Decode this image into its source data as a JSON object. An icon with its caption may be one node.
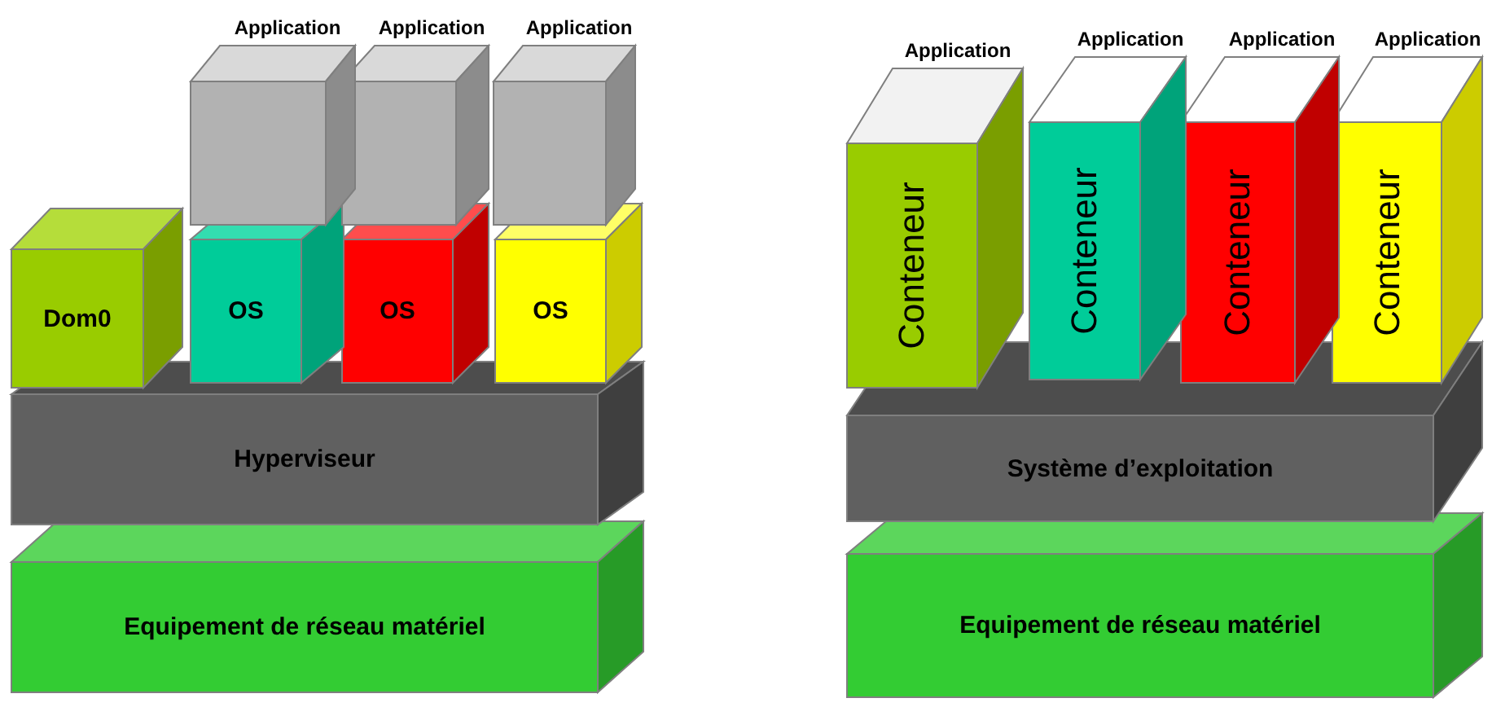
{
  "diagram": {
    "nodes": [
      {
        "text": [
          "Application"
        ]
      },
      {
        "text": [
          "Application"
        ]
      },
      {
        "text": [
          "Application"
        ]
      },
      {
        "text": [
          "Dom0"
        ]
      },
      {
        "text": [
          "OS"
        ]
      },
      {
        "text": [
          "OS"
        ]
      },
      {
        "text": [
          "OS"
        ]
      },
      {
        "text": [
          "Hyperviseur"
        ]
      },
      {
        "text": [
          "Equipement de réseau matériel"
        ]
      },
      {
        "text": [
          "Application",
          "Conteneur"
        ]
      },
      {
        "text": [
          "Application",
          "Conteneur"
        ]
      },
      {
        "text": [
          "Application",
          "Conteneur"
        ]
      },
      {
        "text": [
          "Application",
          "Conteneur"
        ]
      },
      {
        "text": [
          "Système d’exploitation"
        ]
      },
      {
        "text": [
          "Equipement de réseau matériel"
        ]
      }
    ]
  }
}
